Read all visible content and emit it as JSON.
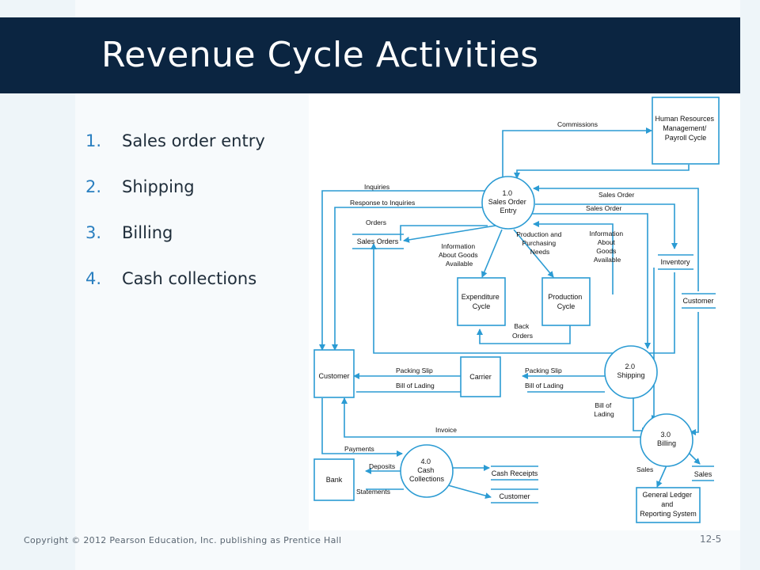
{
  "slide": {
    "title": "Revenue Cycle Activities",
    "footer": "Copyright © 2012  Pearson Education, Inc. publishing as Prentice Hall",
    "page_number": "12-5"
  },
  "bullets": [
    {
      "num": "1.",
      "text": "Sales order entry"
    },
    {
      "num": "2.",
      "text": "Shipping"
    },
    {
      "num": "3.",
      "text": "Billing"
    },
    {
      "num": "4.",
      "text": "Cash collections"
    }
  ],
  "colors": {
    "title_bar": "#0b2541",
    "accent": "#2a7fc0",
    "flow_line": "#2b9bd3"
  },
  "diagram": {
    "processes": {
      "p1": [
        "1.0",
        "Sales Order",
        "Entry"
      ],
      "p2": [
        "2.0",
        "Shipping"
      ],
      "p3": [
        "3.0",
        "Billing"
      ],
      "p4": [
        "4.0",
        "Cash",
        "Collections"
      ]
    },
    "entities": {
      "hr": [
        "Human Resources",
        "Management/",
        "Payroll Cycle"
      ],
      "expenditure": [
        "Expenditure",
        "Cycle"
      ],
      "production": [
        "Production",
        "Cycle"
      ],
      "customer": [
        "Customer"
      ],
      "carrier": [
        "Carrier"
      ],
      "bank": [
        "Bank"
      ],
      "gl": [
        "General Ledger",
        "and",
        "Reporting System"
      ]
    },
    "stores": {
      "sales_orders": "Sales Orders",
      "inventory": "Inventory",
      "customer": "Customer",
      "cash_receipts": "Cash Receipts",
      "customer2": "Customer",
      "sales": "Sales"
    },
    "flows": {
      "commissions": "Commissions",
      "inquiries": "Inquiries",
      "response": "Response to Inquiries",
      "orders": "Orders",
      "sales_order_1": "Sales Order",
      "sales_order_2": "Sales Order",
      "info_goods_left": [
        "Information",
        "About Goods",
        "Available"
      ],
      "prod_purch": [
        "Production and",
        "Purchasing",
        "Needs"
      ],
      "info_goods_right": [
        "Information",
        "About",
        "Goods",
        "Available"
      ],
      "back_orders": [
        "Back",
        "Orders"
      ],
      "packing_slip_1": "Packing Slip",
      "bill_lading_1": "Bill of Lading",
      "packing_slip_2": "Packing Slip",
      "bill_lading_2": "Bill of Lading",
      "bill_lading_3": [
        "Bill of",
        "Lading"
      ],
      "invoice": "Invoice",
      "payments": "Payments",
      "deposits": "Deposits",
      "statements": "Statements",
      "sales_flow": "Sales"
    }
  }
}
